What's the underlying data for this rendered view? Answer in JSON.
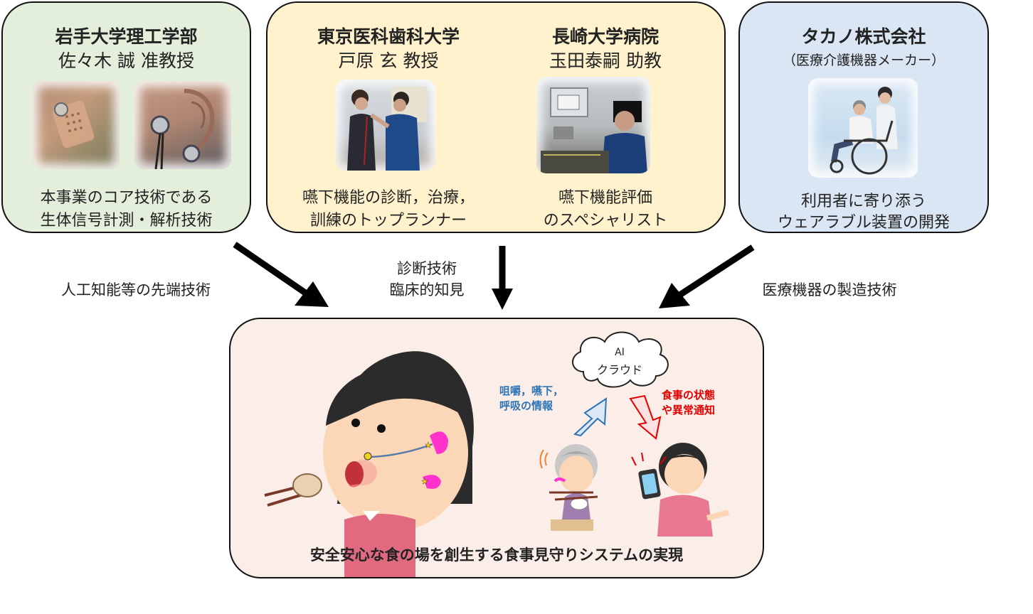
{
  "iwate": {
    "name": "岩手大学理工学部",
    "person": "佐々木 誠 准教授",
    "desc1": "本事業のコア技術である",
    "desc2": "生体信号計測・解析技術"
  },
  "medical": {
    "tmd": {
      "name": "東京医科歯科大学",
      "person": "戸原 玄 教授",
      "desc1": "嚥下機能の診断，治療，",
      "desc2": "訓練のトップランナー"
    },
    "nagasaki": {
      "name": "長崎大学病院",
      "person": "玉田泰嗣 助教",
      "desc1": "嚥下機能評価",
      "desc2": "のスペシャリスト"
    }
  },
  "takano": {
    "name": "タカノ株式会社",
    "sub": "（医療介護機器メーカー）",
    "desc1": "利用者に寄り添う",
    "desc2": "ウェアラブル装置の開発"
  },
  "arrows": {
    "left": "人工知能等の先端技術",
    "center1": "診断技術",
    "center2": "臨床的知見",
    "right": "医療機器の製造技術"
  },
  "system": {
    "cloud1": "AI",
    "cloud2": "クラウド",
    "send1": "咀嚼，嚥下，",
    "send2": "呼吸の情報",
    "notify1": "食事の状態",
    "notify2": "や異常通知",
    "caption": "安全安心な食の場を創生する食事見守りシステムの実現"
  },
  "colors": {
    "green_box": "#e3efda",
    "yellow_box": "#fff2cc",
    "blue_box": "#dbe6f4",
    "pink_box": "#fbeee8",
    "blue_text": "#2e75b6",
    "red_text": "#e00000"
  }
}
